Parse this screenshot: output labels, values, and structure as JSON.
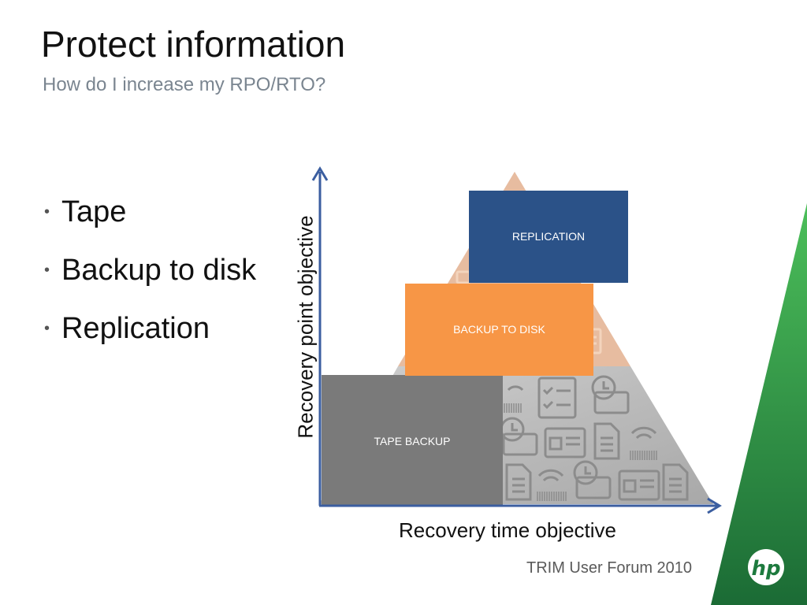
{
  "slide": {
    "title": "Protect information",
    "subtitle": "How do I increase my RPO/RTO?",
    "bullets": [
      {
        "label": "Tape"
      },
      {
        "label": "Backup to disk"
      },
      {
        "label": "Replication"
      }
    ],
    "footer": "TRIM User Forum 2010"
  },
  "diagram": {
    "y_axis_label": "Recovery  point objective",
    "x_axis_label": "Recovery time objective",
    "boxes": {
      "replication": "REPLICATION",
      "backup_to_disk": "BACKUP TO DISK",
      "tape_backup": "TAPE BACKUP"
    },
    "colors": {
      "replication": "#2b5288",
      "backup_to_disk": "#f79646",
      "tape_backup": "#7a7a7a",
      "pyramid_base": "#c2c2c2",
      "pyramid_top": "#e7b08b",
      "axis": "#3b5ea0",
      "brand_green": "#2e9a4a"
    }
  },
  "logo": {
    "icon": "hp-logo-icon",
    "text": "hp"
  }
}
